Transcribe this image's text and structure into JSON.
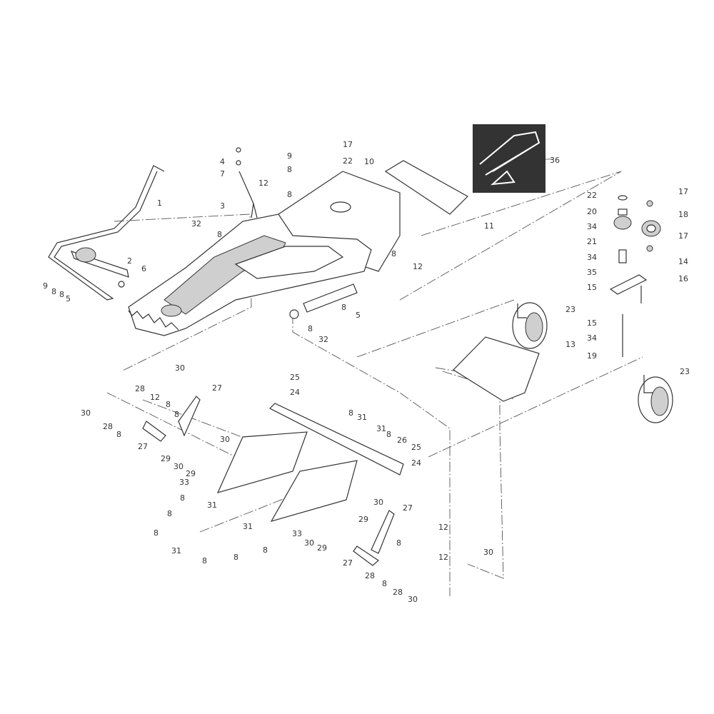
{
  "diagram": {
    "type": "exploded-parts-diagram",
    "callouts": [
      "1",
      "2",
      "6",
      "9",
      "8",
      "8",
      "5",
      "4",
      "7",
      "3",
      "9",
      "8",
      "12",
      "8",
      "17",
      "22",
      "10",
      "32",
      "8",
      "11",
      "8",
      "12",
      "8",
      "5",
      "8",
      "32",
      "36",
      "22",
      "20",
      "34",
      "21",
      "34",
      "35",
      "15",
      "15",
      "34",
      "19",
      "17",
      "18",
      "17",
      "14",
      "16",
      "23",
      "13",
      "23",
      "30",
      "28",
      "12",
      "8",
      "8",
      "27",
      "30",
      "28",
      "8",
      "27",
      "29",
      "30",
      "30",
      "29",
      "33",
      "25",
      "24",
      "8",
      "31",
      "31",
      "8",
      "26",
      "25",
      "24",
      "8",
      "31",
      "8",
      "31",
      "8",
      "31",
      "8",
      "8",
      "8",
      "33",
      "30",
      "29",
      "30",
      "29",
      "27",
      "12",
      "8",
      "12",
      "30",
      "27",
      "28",
      "8",
      "28",
      "30"
    ]
  }
}
